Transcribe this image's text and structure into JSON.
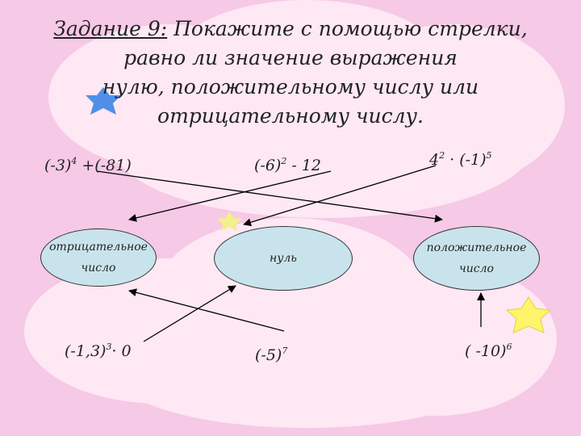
{
  "task": {
    "label": "Задание 9:",
    "lines": [
      " Покажите с помощью стрелки,",
      "равно ли значение выражения",
      "нулю, положительному числу или",
      "отрицательному числу."
    ]
  },
  "expressions": {
    "e1": {
      "base": "(-3)",
      "exp": "4",
      "rest": " +(-81)"
    },
    "e2": {
      "base": "(-6)",
      "exp": "2",
      "rest": " - 12"
    },
    "e3": {
      "base": "4",
      "exp": "2",
      "mid": " · (-1)",
      "exp2": "5"
    },
    "e4": {
      "base": "(-1,3)",
      "exp": "3",
      "rest": "· 0"
    },
    "e5": {
      "base": "(-5)",
      "exp": "7"
    },
    "e6": {
      "base": "( -10)",
      "exp": "6"
    }
  },
  "ovals": {
    "negative": {
      "line1": "отрицательное",
      "line2": "число"
    },
    "zero": {
      "line1": "нуль"
    },
    "positive": {
      "line1": "положительное",
      "line2": "число"
    }
  },
  "colors": {
    "background": "#f6c9e6",
    "cloud": "#fde8f4",
    "oval_fill": "#c9e3ec",
    "star_blue": "#4f8fe8",
    "star_yellow": "#fff46a"
  }
}
